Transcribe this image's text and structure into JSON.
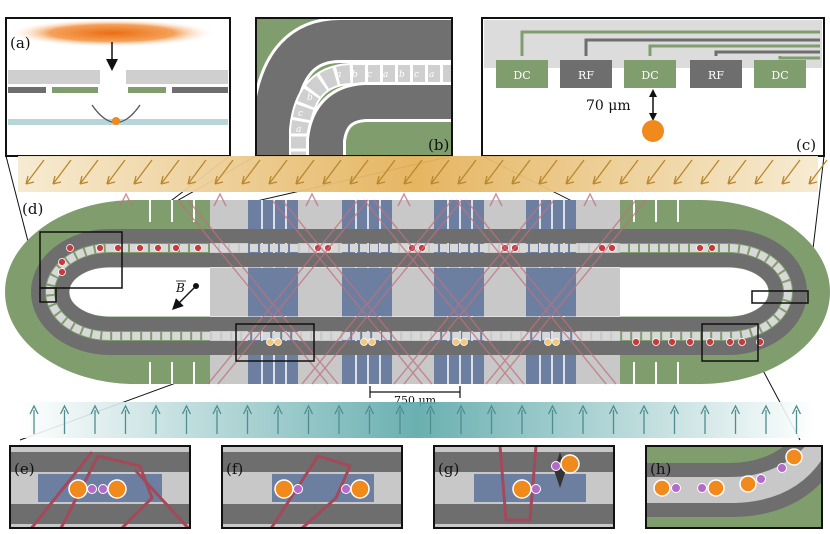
{
  "panels": {
    "a": "(a)",
    "b": "(b)",
    "c": "(c)",
    "d": "(d)",
    "e": "(e)",
    "f": "(f)",
    "g": "(g)",
    "h": "(h)"
  },
  "panel_c": {
    "electrodes": [
      "DC",
      "RF",
      "DC",
      "RF",
      "DC"
    ],
    "distance": "70 μm"
  },
  "panel_b": {
    "cell_letters": [
      "a",
      "b",
      "c"
    ]
  },
  "main": {
    "scale": "750 μm",
    "field_label": "B"
  },
  "colors": {
    "green": "#7f9d6d",
    "gray": "#6e6e6e",
    "light_gray": "#c8c8c8",
    "blue_zone": "#6d7fa0",
    "orange": "#f08a1c",
    "purple": "#b46ac8",
    "red_ion": "#c8393c",
    "beam_red": "#b04a5a",
    "teal": "#5aa7a8",
    "amber": "#d9a443"
  }
}
